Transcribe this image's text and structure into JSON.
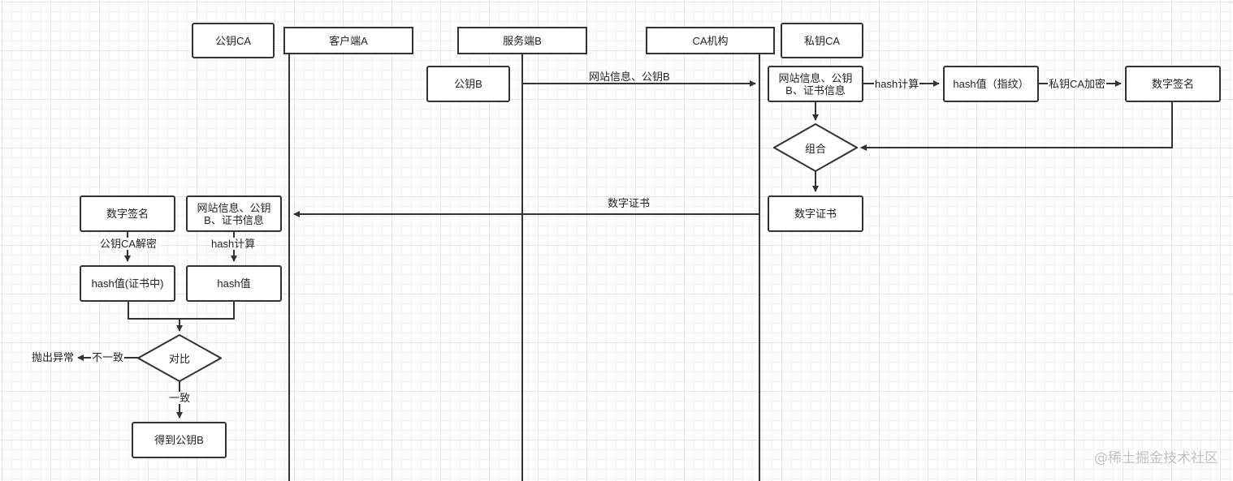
{
  "lanes": {
    "client": "客户端A",
    "server": "服务端B",
    "ca": "CA机构"
  },
  "nodes": {
    "public_key_ca": "公钥CA",
    "private_key_ca": "私钥CA",
    "public_key_b": "公钥B",
    "site_info_ca": "网站信息、公钥B、证书信息",
    "hash_fingerprint": "hash值（指纹）",
    "digital_signature_ca": "数字签名",
    "combine": "组合",
    "digital_cert_ca": "数字证书",
    "digital_signature_client": "数字签名",
    "site_info_client": "网站信息、公钥B、证书信息",
    "hash_in_cert": "hash值(证书中)",
    "hash_computed": "hash值",
    "compare": "对比",
    "got_public_key_b": "得到公钥B",
    "throw_exception": "抛出异常"
  },
  "edges": {
    "send_site_info": "网站信息、公钥B",
    "hash_calc_ca": "hash计算",
    "private_key_encrypt": "私钥CA加密",
    "send_cert": "数字证书",
    "public_key_decrypt": "公钥CA解密",
    "hash_calc_client": "hash计算",
    "mismatch": "不一致",
    "match": "一致"
  },
  "watermark": "@稀土掘金技术社区"
}
